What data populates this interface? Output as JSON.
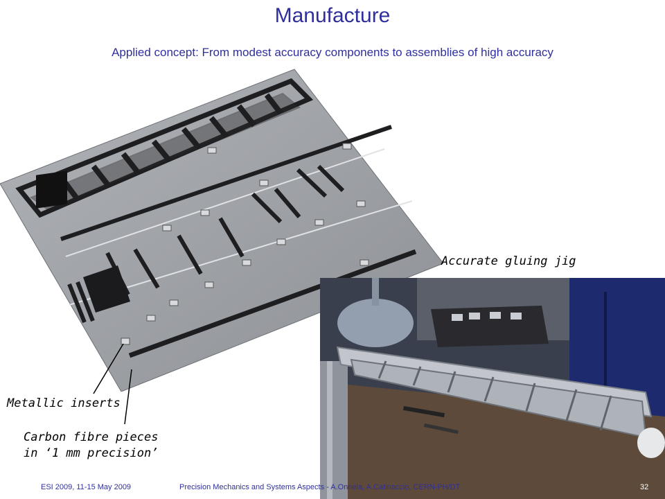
{
  "slide": {
    "title": "Manufacture",
    "subtitle": "Applied concept: From modest accuracy components to assemblies of high accuracy"
  },
  "photos": {
    "assembly_plate": {
      "description_icon": "assembly-plate-photo"
    },
    "gluing_jig": {
      "description_icon": "gluing-jig-photo"
    }
  },
  "labels": {
    "accurate_gluing_jig": "Accurate gluing jig",
    "metallic_inserts": "Metallic inserts",
    "carbon_fibre_line1": "Carbon fibre pieces",
    "carbon_fibre_line2": "in ‘1 mm precision’"
  },
  "footer": {
    "event": "ESI 2009, 11-15 May 2009",
    "talk": "Precision Mechanics and Systems Aspects - A.Onnela, A.Catinaccio, CERN-PH/DT",
    "page": "32"
  },
  "colors": {
    "text_blue": "#2f2f9c",
    "plate_grey": "#9a9da2",
    "frame_black": "#1e1e20"
  }
}
